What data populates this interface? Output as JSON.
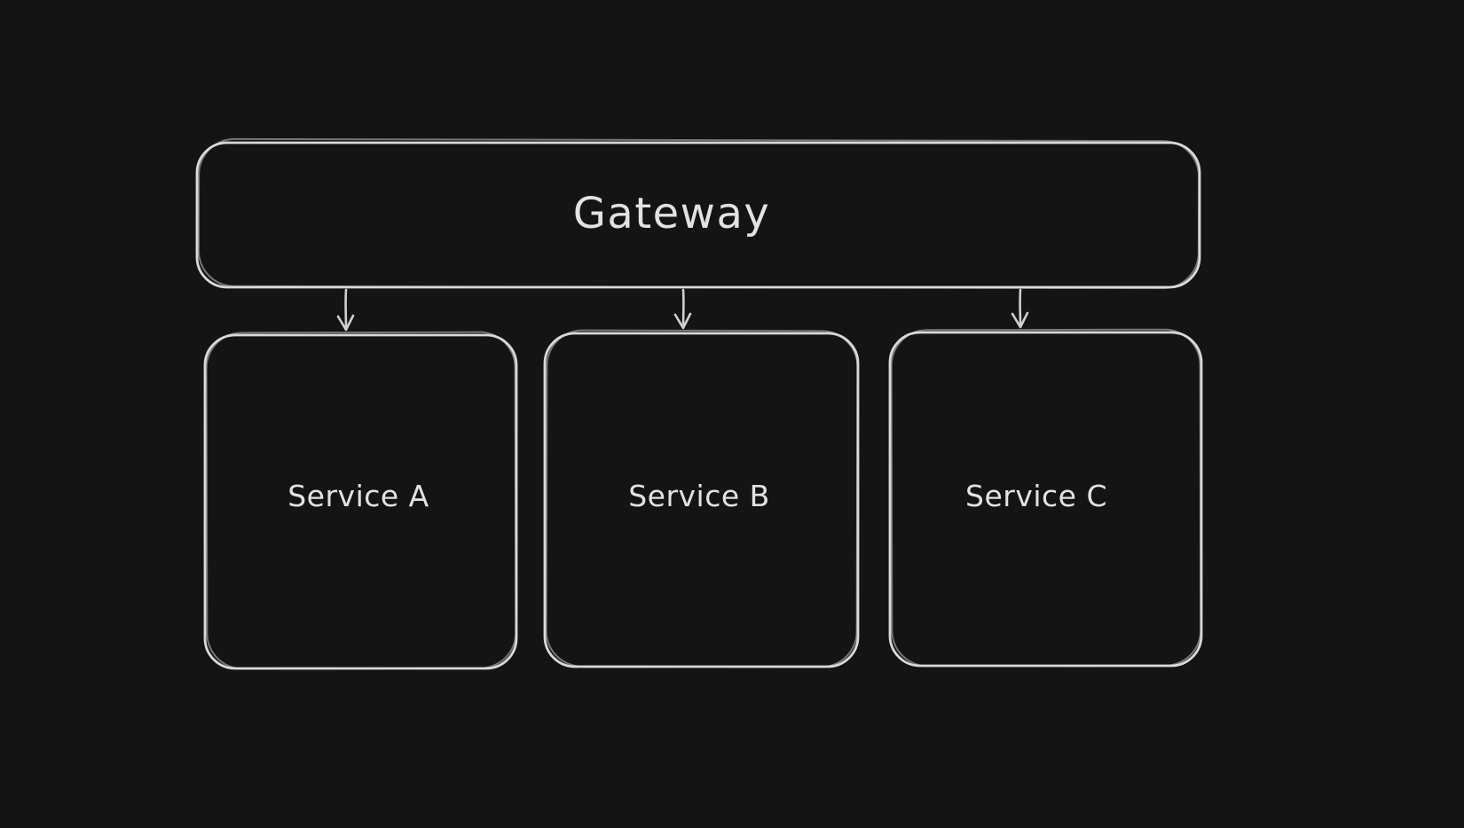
{
  "diagram": {
    "background_color": "#141414",
    "stroke_color": "#d9d9d9",
    "text_color": "#e2e2e2",
    "nodes": {
      "gateway": {
        "label": "Gateway"
      },
      "service_a": {
        "label": "Service A"
      },
      "service_b": {
        "label": "Service B"
      },
      "service_c": {
        "label": "Service C"
      }
    },
    "arrows": [
      {
        "from": "Gateway",
        "to": "Service A"
      },
      {
        "from": "Gateway",
        "to": "Service B"
      },
      {
        "from": "Gateway",
        "to": "Service C"
      }
    ]
  }
}
